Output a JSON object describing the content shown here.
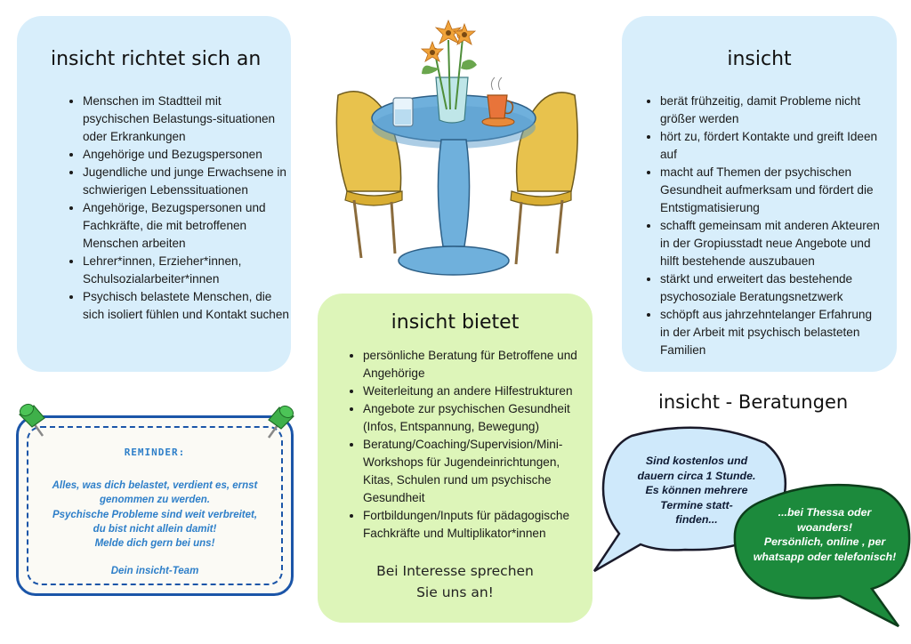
{
  "left_card": {
    "title": "insicht richtet sich an",
    "items": [
      "Menschen im Stadtteil  mit psychischen Belastungs-situationen oder Erkrankungen",
      "Angehörige und Bezugspersonen",
      "Jugendliche und junge Erwachsene in schwierigen Lebenssituationen",
      "Angehörige, Bezugspersonen und Fachkräfte, die mit betroffenen Menschen arbeiten",
      "Lehrer*innen, Erzieher*innen, Schulsozialarbeiter*innen",
      "Psychisch belastete Menschen, die sich isoliert fühlen und Kontakt suchen"
    ]
  },
  "right_card": {
    "title": "insicht",
    "items": [
      "berät frühzeitig, damit Probleme nicht größer werden",
      "hört zu, fördert Kontakte und greift Ideen auf",
      "macht auf Themen der psychischen Gesundheit aufmerksam und fördert die Entstigmatisierung",
      "schafft gemeinsam mit anderen Akteuren in der Gropiusstadt neue Angebote  und hilft bestehende auszubauen",
      "stärkt und erweitert das bestehende psychosoziale Beratungsnetzwerk",
      "schöpft aus jahrzehntelanger Erfahrung in der Arbeit mit psychisch belasteten Familien"
    ]
  },
  "center_card": {
    "title": "insicht bietet",
    "items": [
      "persönliche Beratung für Betroffene und Angehörige",
      "Weiterleitung an andere Hilfestrukturen",
      "Angebote zur psychischen Gesundheit (Infos, Entspannung, Bewegung)",
      "Beratung/Coaching/Supervision/Mini-Workshops für Jugendeinrichtungen, Kitas, Schulen rund um psychische Gesundheit",
      "Fortbildungen/Inputs für pädagogische Fachkräfte und Multiplikator*innen"
    ],
    "cta_line1": "Bei Interesse sprechen",
    "cta_line2": "Sie uns an!"
  },
  "reminder": {
    "title": "REMINDER:",
    "lines": [
      "Alles, was dich belastet, verdient es, ernst",
      "genommen zu werden.",
      "Psychische Probleme sind weit verbreitet,",
      "du bist nicht allein damit!",
      "Melde dich gern bei uns!"
    ],
    "signature": "Dein insicht-Team"
  },
  "beratungen": {
    "title": "insicht - Beratungen",
    "bubble1_lines": [
      "Sind kostenlos und",
      "dauern circa 1 Stunde.",
      "Es können mehrere",
      "Termine statt-",
      "finden..."
    ],
    "bubble2_lines": [
      "...bei Thessa oder",
      "woanders!",
      "Persönlich, online , per",
      "whatsapp oder telefonisch!"
    ]
  },
  "colors": {
    "light_blue_card": "#d8eefb",
    "light_green_card": "#ddf5b9",
    "reminder_border": "#1b55a8",
    "reminder_text": "#2e7fc9",
    "bubble_blue": "#cfe9fb",
    "bubble_green": "#1c8a3c"
  },
  "icons": [
    "pushpin-icon",
    "pushpin-icon",
    "table-chairs-illustration",
    "speech-bubble-icon"
  ]
}
